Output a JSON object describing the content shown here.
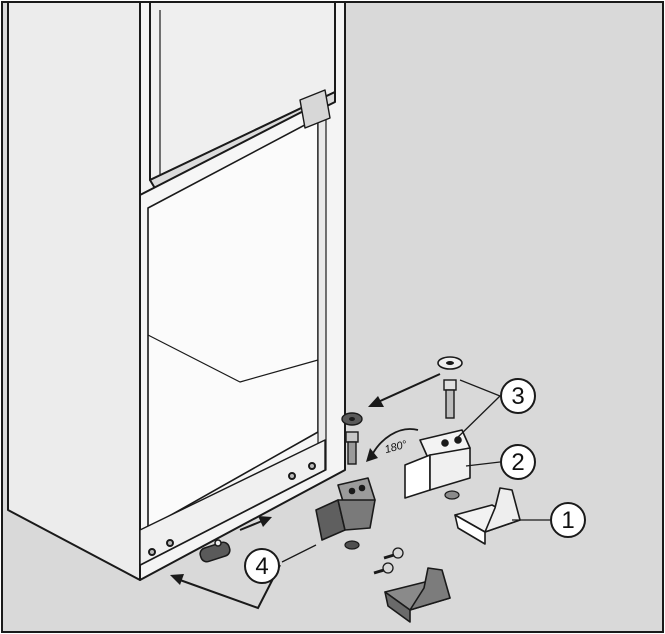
{
  "callouts": [
    {
      "id": "1",
      "label": "1"
    },
    {
      "id": "2",
      "label": "2"
    },
    {
      "id": "3",
      "label": "3"
    },
    {
      "id": "4",
      "label": "4"
    }
  ],
  "rotation_label": "180°",
  "colors": {
    "background": "#d9d9d9",
    "appliance_front": "#f2f2f2",
    "appliance_side": "#e6e6e6",
    "outline": "#1a1a1a",
    "hinge_dark": "#6b6b6b",
    "hinge_light": "#f4f4f4"
  }
}
